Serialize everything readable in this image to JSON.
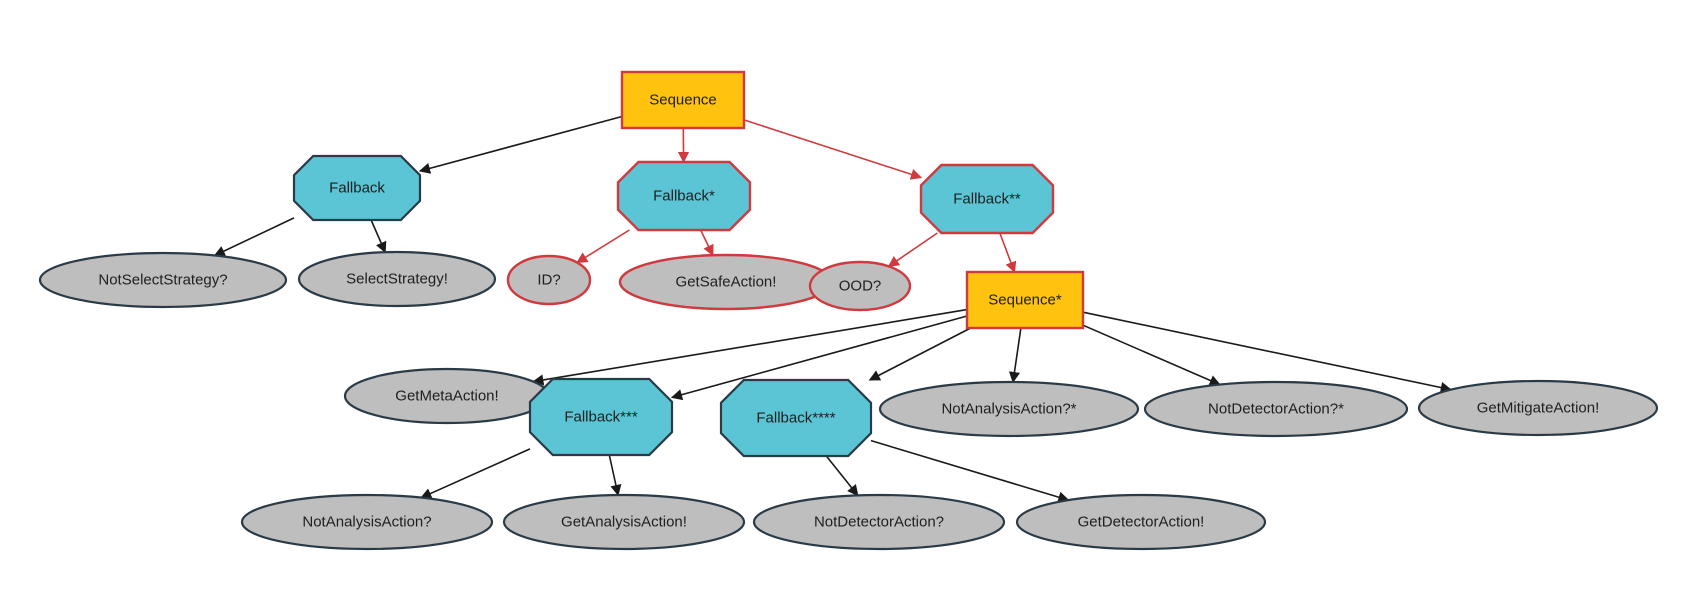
{
  "colors": {
    "sequence_fill": "#FFC20E",
    "fallback_fill": "#5BC4D5",
    "leaf_fill": "#BEBEBE",
    "normal_stroke": "#2A3B47",
    "active_stroke": "#D0393E",
    "normal_edge": "#1A1A1A",
    "active_edge": "#D0393E"
  },
  "nodes": [
    {
      "id": "sequence-root",
      "kind": "sequence",
      "label": "Sequence",
      "active": true
    },
    {
      "id": "fallback-1",
      "kind": "fallback",
      "label": "Fallback",
      "active": false
    },
    {
      "id": "fallback-2",
      "kind": "fallback",
      "label": "Fallback*",
      "active": true
    },
    {
      "id": "fallback-3",
      "kind": "fallback",
      "label": "Fallback**",
      "active": true
    },
    {
      "id": "not-select-strategy",
      "kind": "leaf",
      "label": "NotSelectStrategy?",
      "active": false
    },
    {
      "id": "select-strategy",
      "kind": "leaf",
      "label": "SelectStrategy!",
      "active": false
    },
    {
      "id": "id-check",
      "kind": "leaf",
      "label": "ID?",
      "active": true
    },
    {
      "id": "get-safe-action",
      "kind": "leaf",
      "label": "GetSafeAction!",
      "active": true
    },
    {
      "id": "ood-check",
      "kind": "leaf",
      "label": "OOD?",
      "active": true
    },
    {
      "id": "sequence-2",
      "kind": "sequence",
      "label": "Sequence*",
      "active": true
    },
    {
      "id": "get-meta-action",
      "kind": "leaf",
      "label": "GetMetaAction!",
      "active": false
    },
    {
      "id": "fallback-4",
      "kind": "fallback",
      "label": "Fallback***",
      "active": false
    },
    {
      "id": "fallback-5",
      "kind": "fallback",
      "label": "Fallback****",
      "active": false
    },
    {
      "id": "not-analysis-action-star",
      "kind": "leaf",
      "label": "NotAnalysisAction?*",
      "active": false
    },
    {
      "id": "not-detector-action-star",
      "kind": "leaf",
      "label": "NotDetectorAction?*",
      "active": false
    },
    {
      "id": "get-mitigate-action",
      "kind": "leaf",
      "label": "GetMitigateAction!",
      "active": false
    },
    {
      "id": "not-analysis-action",
      "kind": "leaf",
      "label": "NotAnalysisAction?",
      "active": false
    },
    {
      "id": "get-analysis-action",
      "kind": "leaf",
      "label": "GetAnalysisAction!",
      "active": false
    },
    {
      "id": "not-detector-action",
      "kind": "leaf",
      "label": "NotDetectorAction?",
      "active": false
    },
    {
      "id": "get-detector-action",
      "kind": "leaf",
      "label": "GetDetectorAction!",
      "active": false
    }
  ],
  "edges": [
    {
      "from": "sequence-root",
      "to": "fallback-1",
      "active": false
    },
    {
      "from": "sequence-root",
      "to": "fallback-2",
      "active": true
    },
    {
      "from": "sequence-root",
      "to": "fallback-3",
      "active": true
    },
    {
      "from": "fallback-1",
      "to": "not-select-strategy",
      "active": false
    },
    {
      "from": "fallback-1",
      "to": "select-strategy",
      "active": false
    },
    {
      "from": "fallback-2",
      "to": "id-check",
      "active": true
    },
    {
      "from": "fallback-2",
      "to": "get-safe-action",
      "active": true
    },
    {
      "from": "fallback-3",
      "to": "ood-check",
      "active": true
    },
    {
      "from": "fallback-3",
      "to": "sequence-2",
      "active": true
    },
    {
      "from": "sequence-2",
      "to": "get-meta-action",
      "active": false
    },
    {
      "from": "sequence-2",
      "to": "fallback-4",
      "active": false
    },
    {
      "from": "sequence-2",
      "to": "fallback-5",
      "active": false
    },
    {
      "from": "sequence-2",
      "to": "not-analysis-action-star",
      "active": false
    },
    {
      "from": "sequence-2",
      "to": "not-detector-action-star",
      "active": false
    },
    {
      "from": "sequence-2",
      "to": "get-mitigate-action",
      "active": false
    },
    {
      "from": "fallback-4",
      "to": "not-analysis-action",
      "active": false
    },
    {
      "from": "fallback-4",
      "to": "get-analysis-action",
      "active": false
    },
    {
      "from": "fallback-5",
      "to": "not-detector-action",
      "active": false
    },
    {
      "from": "fallback-5",
      "to": "get-detector-action",
      "active": false
    }
  ]
}
